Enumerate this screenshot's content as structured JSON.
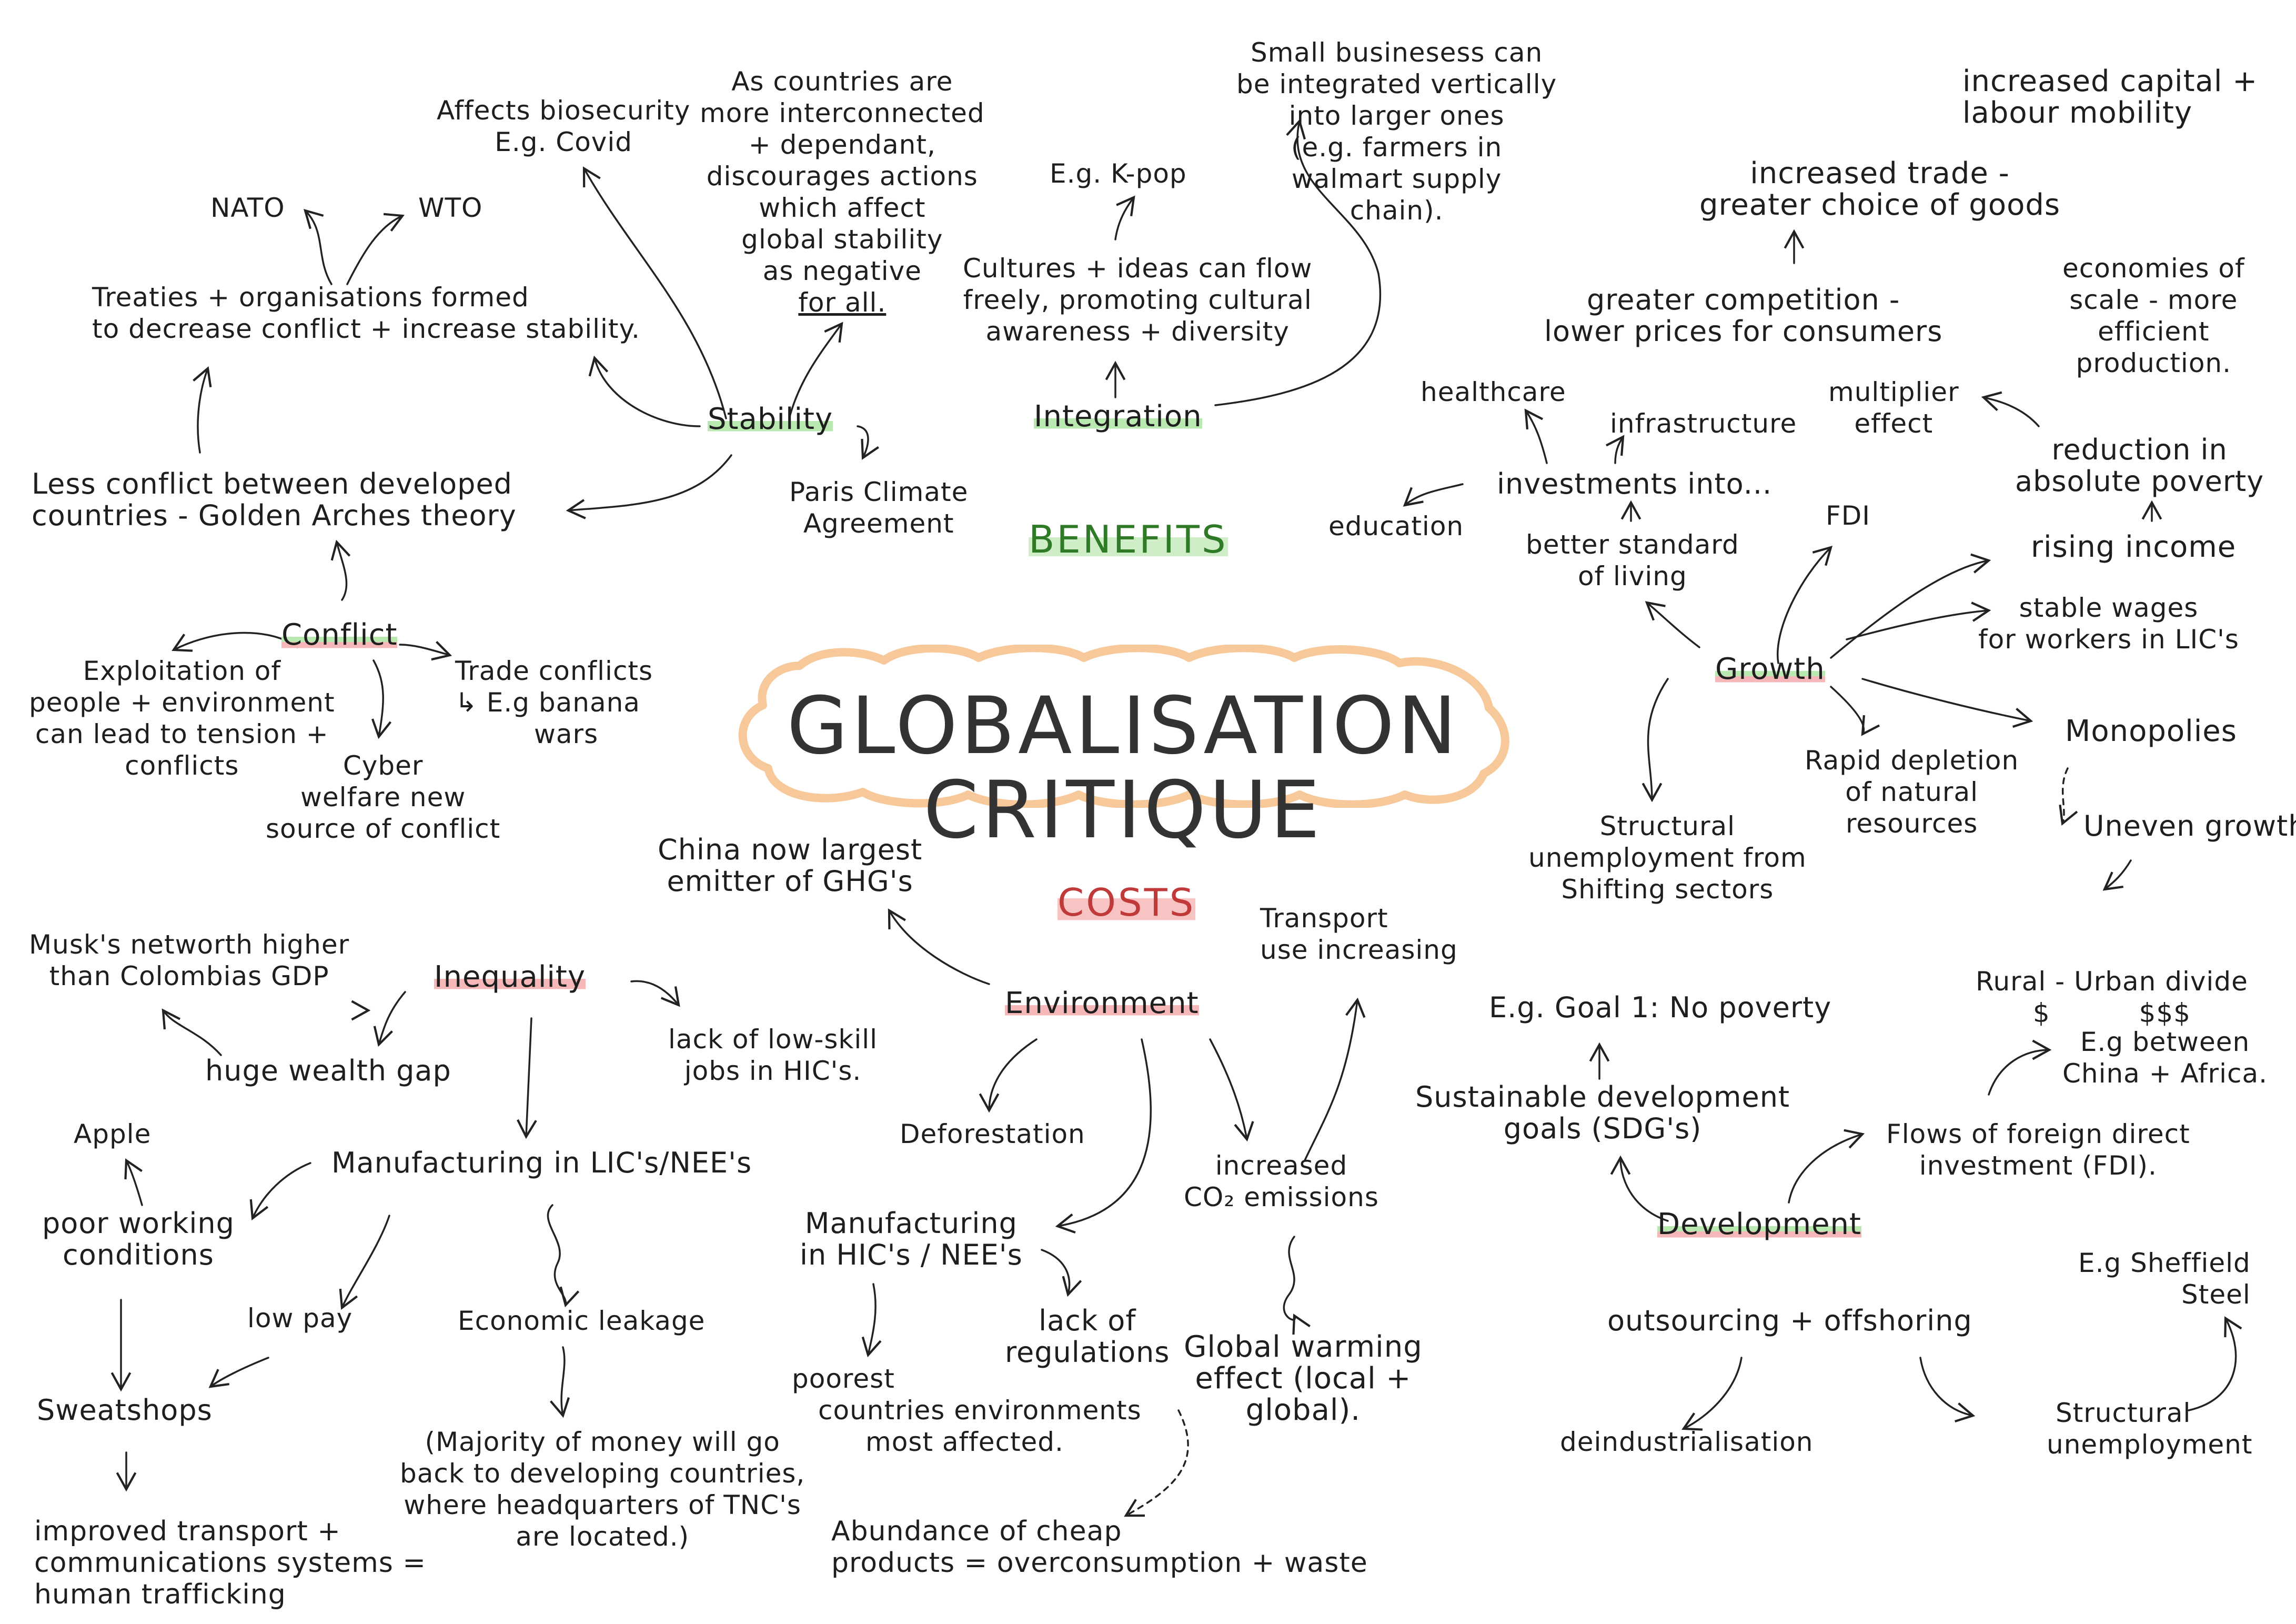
{
  "title": "GLOBALISATION CRITIQUE",
  "sections": {
    "benefits": "BENEFITS",
    "costs": "COSTS"
  },
  "colors": {
    "cloud_outline": "#f7c99a",
    "benefit_highlight": "#b9e8b0",
    "cost_highlight": "#f5b7b7"
  },
  "stability": {
    "hub": "Stability",
    "biosecurity": [
      "Affects biosecurity",
      "E.g. Covid"
    ],
    "interconnected": [
      "As countries are",
      "more interconnected",
      "+ dependant,",
      "discourages actions",
      "which affect",
      "global stability",
      "as negative",
      "for all."
    ],
    "treaties": [
      "Treaties + organisations formed",
      "to decrease conflict + increase stability."
    ],
    "nato": "NATO",
    "wto": "WTO",
    "paris": [
      "Paris Climate",
      "Agreement"
    ],
    "less_conflict": [
      "Less conflict between developed",
      "countries - Golden Arches theory"
    ]
  },
  "integration": {
    "hub": "Integration",
    "kpop": "E.g. K-pop",
    "cultures": [
      "Cultures + ideas can flow",
      "freely, promoting cultural",
      "awareness + diversity"
    ],
    "small_business": [
      "Small businesess can",
      "be integrated vertically",
      "into larger ones",
      "(e.g. farmers in",
      "walmart supply",
      "chain)."
    ]
  },
  "conflict": {
    "hub": "Conflict",
    "exploitation": [
      "Exploitation of",
      "people + environment",
      "can lead to tension +",
      "conflicts"
    ],
    "trade": [
      "Trade conflicts",
      "↳ E.g banana",
      "wars"
    ],
    "cyber": [
      "Cyber",
      "welfare new",
      "source of conflict"
    ]
  },
  "growth": {
    "hub": "Growth",
    "capital": [
      "increased capital +",
      "labour mobility"
    ],
    "trade": [
      "increased trade -",
      "greater choice of goods"
    ],
    "competition": [
      "greater competition -",
      "lower prices for consumers"
    ],
    "economies": [
      "economies of",
      "scale - more",
      "efficient",
      "production."
    ],
    "healthcare": "healthcare",
    "infrastructure": "infrastructure",
    "multiplier": [
      "multiplier",
      "effect"
    ],
    "reduction": [
      "reduction in",
      "absolute poverty"
    ],
    "education": "education",
    "investments": "investments into...",
    "fdi": "FDI",
    "living": [
      "better standard",
      "of living"
    ],
    "income": "rising income",
    "wages": [
      "stable wages",
      "for workers in LIC's"
    ],
    "monopolies": "Monopolies",
    "depletion": [
      "Rapid depletion",
      "of natural",
      "resources"
    ],
    "structural": [
      "Structural",
      "unemployment from",
      "Shifting sectors"
    ],
    "uneven": "Uneven growth",
    "rural": [
      "Rural - Urban divide",
      "$          $$$"
    ]
  },
  "inequality": {
    "hub": "Inequality",
    "musk": [
      "Musk's networth higher",
      "than Colombias GDP"
    ],
    "wealth_gap": "huge wealth gap",
    "lowskill": [
      "lack of low-skill",
      "jobs in HIC's."
    ],
    "apple": "Apple",
    "manufacturing": "Manufacturing in LIC's/NEE's",
    "poor_conditions": [
      "poor working",
      "conditions"
    ],
    "low_pay": "low pay",
    "leakage": "Economic leakage",
    "sweatshops": "Sweatshops",
    "majority": [
      "(Majority of money will go",
      "back to developing countries,",
      "where headquarters of TNC's",
      "are located.)"
    ],
    "trafficking": [
      "improved transport +",
      "communications systems =",
      "human trafficking"
    ]
  },
  "environment": {
    "hub": "Environment",
    "china": [
      "China now largest",
      "emitter of GHG's"
    ],
    "transport": [
      "Transport",
      "use increasing"
    ],
    "deforestation": "Deforestation",
    "co2": [
      "increased",
      "CO₂ emissions"
    ],
    "manufacturing_hic": [
      "Manufacturing",
      "in HIC's / NEE's"
    ],
    "regulations": [
      "lack of",
      "regulations"
    ],
    "poorest": [
      "poorest",
      "countries environments",
      "most affected."
    ],
    "warming": [
      "Global warming",
      "effect (local +",
      "global)."
    ],
    "cheap": [
      "Abundance of cheap",
      "products = overconsumption + waste"
    ]
  },
  "development": {
    "hub": "Development",
    "goal1": "E.g. Goal 1: No poverty",
    "sdg": [
      "Sustainable development",
      "goals (SDG's)"
    ],
    "china_africa": [
      "E.g between",
      "China + Africa."
    ],
    "fdi_flows": [
      "Flows of foreign direct",
      "investment (FDI)."
    ],
    "sheffield": [
      "E.g Sheffield",
      "Steel"
    ],
    "outsourcing": "outsourcing + offshoring",
    "deindustrial": "deindustrialisation",
    "structural": [
      "Structural",
      "unemployment"
    ]
  }
}
